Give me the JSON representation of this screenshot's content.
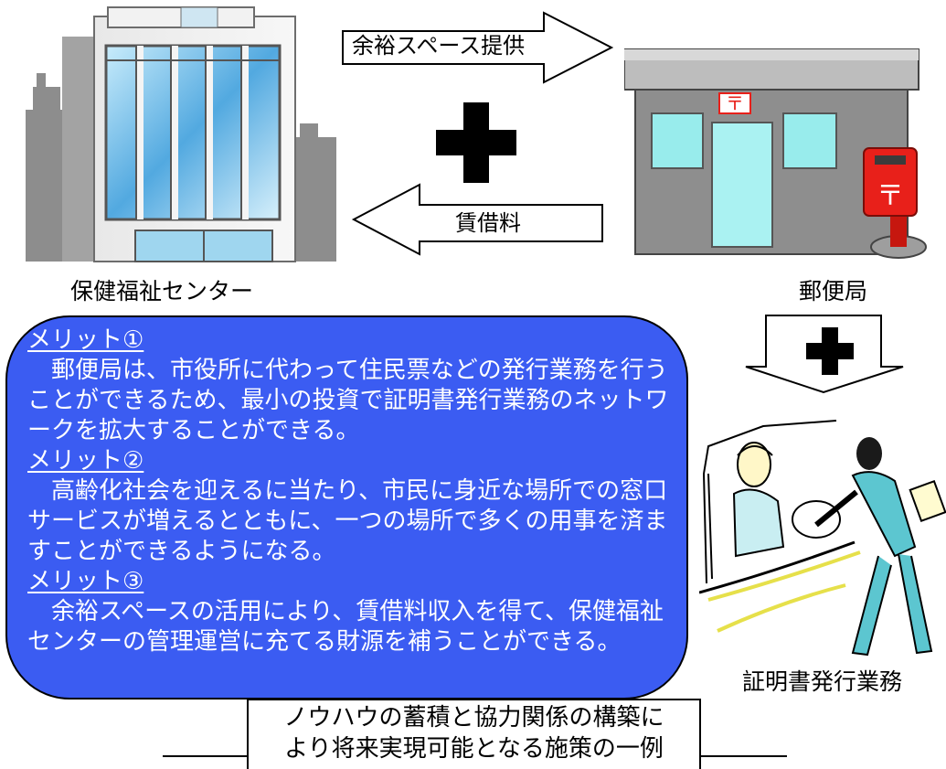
{
  "top": {
    "health_center_label": "保健福祉センター",
    "post_office_label": "郵便局",
    "cert_label": "証明書発行業務",
    "arrow_right_label": "余裕スペース提供",
    "arrow_left_label": "賃借料",
    "post_mark": "〒"
  },
  "merits": [
    {
      "heading": "メリット①",
      "body": "郵便局は、市役所に代わって住民票などの発行業務を行うことができるため、最小の投資で証明書発行業務のネットワークを拡大することができる。"
    },
    {
      "heading": "メリット②",
      "body": "高齢化社会を迎えるに当たり、市民に身近な場所での窓口サービスが増えるとともに、一つの場所で多くの用事を済ますことができるようになる。"
    },
    {
      "heading": "メリット③",
      "body": "余裕スペースの活用により、賃借料収入を得て、保健福祉センターの管理運営に充てる財源を補うことができる。"
    }
  ],
  "bottom": {
    "line1": "ノウハウの蓄積と協力関係の構築に",
    "line2": "より将来実現可能となる施策の一例"
  },
  "colors": {
    "merit_box": "#3b5cf2",
    "post_red": "#e8201a",
    "building_gray": "#9a9a9a",
    "glass_blue": "#7fc6e8"
  }
}
